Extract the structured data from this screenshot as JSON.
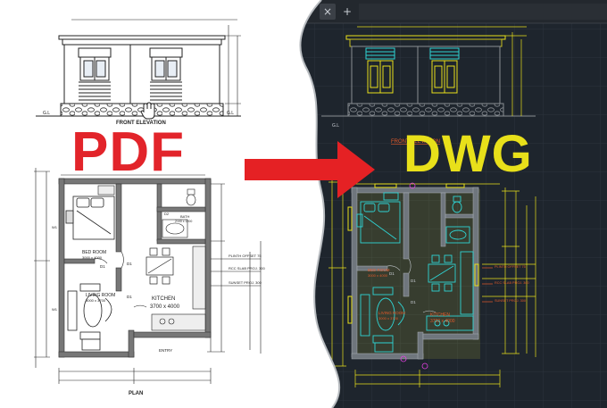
{
  "headline": {
    "left": "PDF",
    "right": "DWG"
  },
  "tabs": {
    "close_glyph": "×",
    "add_glyph": "+"
  },
  "pdf_drawing": {
    "elevation_title": "FRONT ELEVATION",
    "plan_title": "PLAN",
    "ground_level": "G.L",
    "rooms": [
      {
        "name": "BED ROOM",
        "size": "3000 x 4000"
      },
      {
        "name": "LIVING ROOM",
        "size": "3000 x 3700"
      },
      {
        "name": "KITCHEN",
        "size": "3700 x 4000"
      },
      {
        "name": "BATH",
        "size": "2100 x 1200"
      },
      {
        "name": "ENTRY",
        "size": ""
      }
    ],
    "door_tags": [
      "D1",
      "D1",
      "D1",
      "D2"
    ],
    "window_tags": [
      "W1",
      "W1"
    ],
    "notes": [
      "PLINTH OFFSET 75",
      "RCC SLAB PROJ. 300",
      "SUNSET PROJ. 300"
    ]
  },
  "dwg_drawing": {
    "elevation_title": "FRONT ELEVATION",
    "ground_level": "G.L",
    "rooms": [
      {
        "name": "BED ROOM",
        "size": "3000 x 4000"
      },
      {
        "name": "LIVING ROOM",
        "size": "3000 x 3700"
      },
      {
        "name": "KITCHEN",
        "size": "3700 x 4000"
      }
    ],
    "door_tags": [
      "D1",
      "D1",
      "D1"
    ],
    "notes": [
      "PLINTH OFFSET 75",
      "RCC SLAB PROJ. 300",
      "SUNSET PROJ. 300"
    ]
  },
  "colors": {
    "pdf_red": "#e2242a",
    "dwg_yellow": "#e8e01a",
    "cad_background": "#1e252d",
    "cad_tabbar": "#23282e",
    "cad_cyan": "#2fd4d4",
    "cad_wall_grey": "#8a8f94",
    "arrow_red": "#e52124"
  }
}
